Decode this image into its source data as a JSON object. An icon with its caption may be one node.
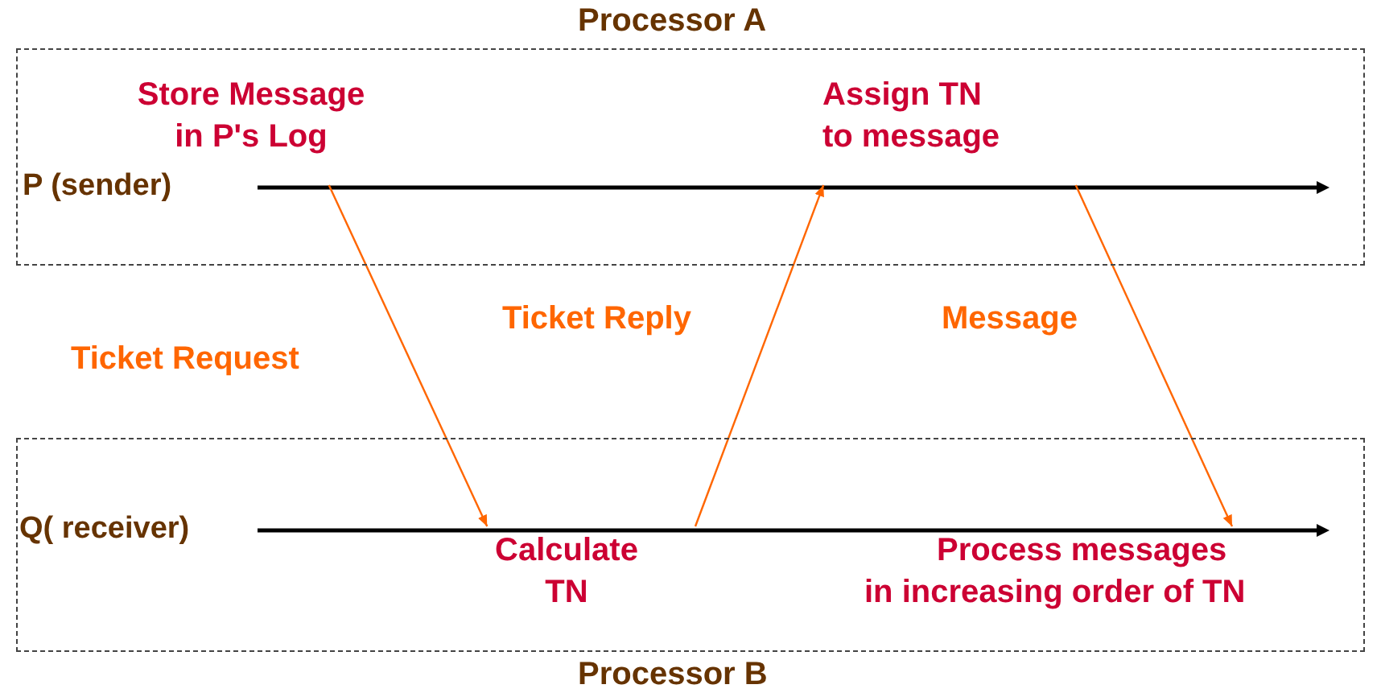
{
  "diagram": {
    "nodes": [
      {
        "text": [
          "Processor A"
        ]
      },
      {
        "text": [
          "P (sender)"
        ],
        "in": 0
      },
      {
        "text": [
          "Store Message in P's Log"
        ],
        "in": 0
      },
      {
        "text": [
          "Assign TN to message"
        ],
        "in": 0
      },
      {
        "text": [
          "Processor B"
        ]
      },
      {
        "text": [
          "Q( receiver)"
        ],
        "in": 4
      },
      {
        "text": [
          "Calculate TN"
        ],
        "in": 4
      },
      {
        "text": [
          "Process messages in increasing order of TN"
        ],
        "in": 4
      }
    ],
    "edges": [
      {
        "from": 2,
        "to": 6,
        "arrow": "to",
        "label": "Ticket Request"
      },
      {
        "from": 6,
        "to": 3,
        "arrow": "to",
        "label": "Ticket Reply"
      },
      {
        "from": 3,
        "to": 7,
        "arrow": "to",
        "label": "Message"
      }
    ]
  }
}
